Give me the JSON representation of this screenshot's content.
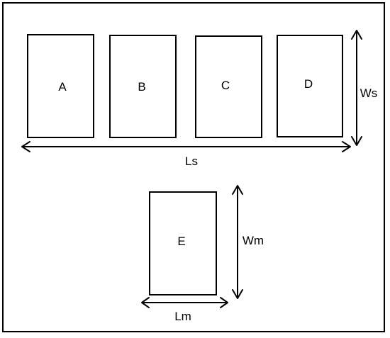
{
  "boxes": {
    "a": "A",
    "b": "B",
    "c": "C",
    "d": "D",
    "e": "E"
  },
  "dimensions": {
    "ls": "Ls",
    "ws": "Ws",
    "lm": "Lm",
    "wm": "Wm"
  }
}
